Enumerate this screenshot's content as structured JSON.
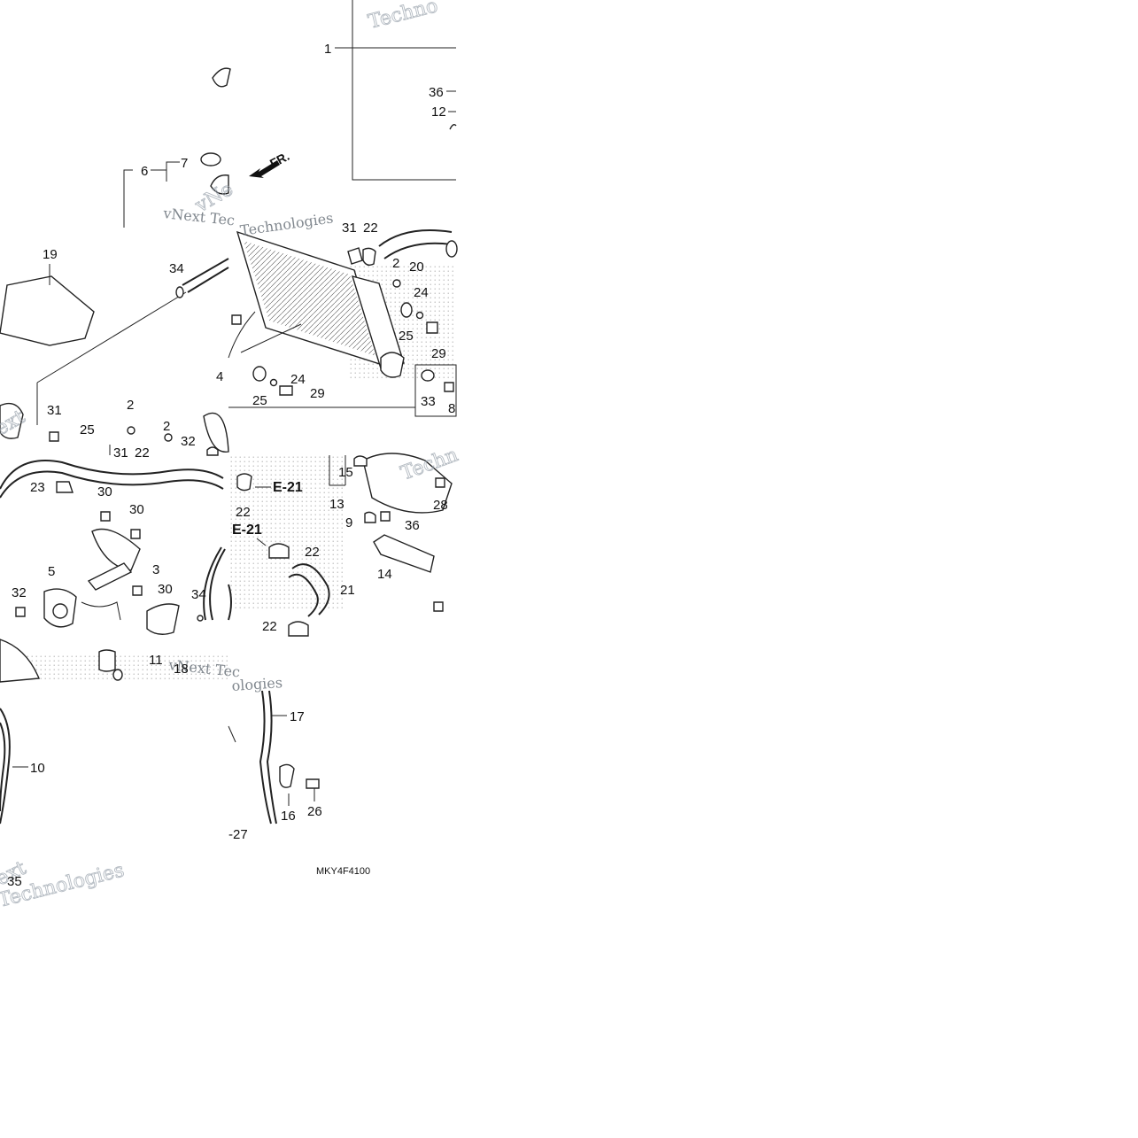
{
  "diagram": {
    "code": "MKY4F4100",
    "front_arrow_label": "FR.",
    "refs": [
      "E-21",
      "E-21"
    ],
    "watermarks": [
      "Techno",
      "vNext Tec",
      "Technologies",
      "vNe",
      "ext",
      "Techn",
      "vNext Tec",
      "ologies",
      "ext",
      "Technologies"
    ],
    "labels": [
      {
        "id": "c1",
        "text": "1"
      },
      {
        "id": "c36a",
        "text": "36"
      },
      {
        "id": "c12",
        "text": "12"
      },
      {
        "id": "c6",
        "text": "6"
      },
      {
        "id": "c7",
        "text": "7"
      },
      {
        "id": "c19",
        "text": "19"
      },
      {
        "id": "c34a",
        "text": "34"
      },
      {
        "id": "c31a",
        "text": "31"
      },
      {
        "id": "c22a",
        "text": "22"
      },
      {
        "id": "c20",
        "text": "20"
      },
      {
        "id": "c2a",
        "text": "2"
      },
      {
        "id": "c24a",
        "text": "24"
      },
      {
        "id": "c25a",
        "text": "25"
      },
      {
        "id": "c29a",
        "text": "29"
      },
      {
        "id": "c4",
        "text": "4"
      },
      {
        "id": "c24b",
        "text": "24"
      },
      {
        "id": "c25b",
        "text": "25"
      },
      {
        "id": "c29b",
        "text": "29"
      },
      {
        "id": "c33",
        "text": "33"
      },
      {
        "id": "c8",
        "text": "8"
      },
      {
        "id": "c31b",
        "text": "31"
      },
      {
        "id": "c2b",
        "text": "2"
      },
      {
        "id": "c25c",
        "text": "25"
      },
      {
        "id": "c2c",
        "text": "2"
      },
      {
        "id": "c32a",
        "text": "32"
      },
      {
        "id": "c31c",
        "text": "31"
      },
      {
        "id": "c22b",
        "text": "22"
      },
      {
        "id": "c15",
        "text": "15"
      },
      {
        "id": "c13",
        "text": "13"
      },
      {
        "id": "c28",
        "text": "28"
      },
      {
        "id": "c9",
        "text": "9"
      },
      {
        "id": "c36b",
        "text": "36"
      },
      {
        "id": "c14",
        "text": "14"
      },
      {
        "id": "c23",
        "text": "23"
      },
      {
        "id": "c30a",
        "text": "30"
      },
      {
        "id": "c30b",
        "text": "30"
      },
      {
        "id": "c3",
        "text": "3"
      },
      {
        "id": "c5",
        "text": "5"
      },
      {
        "id": "c32b",
        "text": "32"
      },
      {
        "id": "c30c",
        "text": "30"
      },
      {
        "id": "c11",
        "text": "11"
      },
      {
        "id": "c34b",
        "text": "34"
      },
      {
        "id": "c22c",
        "text": "22"
      },
      {
        "id": "c22d",
        "text": "22"
      },
      {
        "id": "c21",
        "text": "21"
      },
      {
        "id": "c22e",
        "text": "22"
      },
      {
        "id": "c18",
        "text": "18"
      },
      {
        "id": "c17",
        "text": "17"
      },
      {
        "id": "c10",
        "text": "10"
      },
      {
        "id": "c16",
        "text": "16"
      },
      {
        "id": "c26",
        "text": "26"
      },
      {
        "id": "c27",
        "text": "-27"
      },
      {
        "id": "c35",
        "text": "35"
      }
    ]
  }
}
